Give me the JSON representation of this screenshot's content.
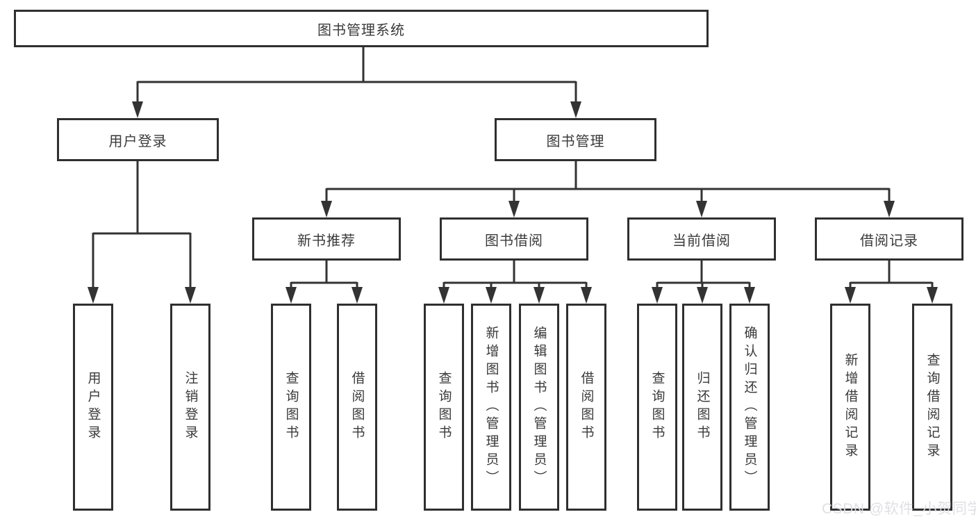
{
  "diagram": {
    "title": "图书管理系统",
    "level2": {
      "user_login": {
        "label": "用户登录"
      },
      "book_mgmt": {
        "label": "图书管理"
      }
    },
    "level3": {
      "new_book_recommend": {
        "label": "新书推荐"
      },
      "book_borrow": {
        "label": "图书借阅"
      },
      "current_borrow": {
        "label": "当前借阅"
      },
      "borrow_records": {
        "label": "借阅记录"
      }
    },
    "leaves": {
      "user_login": [
        "用户登录",
        "注销登录"
      ],
      "new_book_recommend": [
        "查询图书",
        "借阅图书"
      ],
      "book_borrow": [
        "查询图书",
        "新增图书（管理员）",
        "编辑图书（管理员）",
        "借阅图书"
      ],
      "current_borrow": [
        "查询图书",
        "归还图书",
        "确认归还（管理员）"
      ],
      "borrow_records": [
        "新增借阅记录",
        "查询借阅记录"
      ]
    }
  },
  "watermark": "CSDN @软件_小贺同学",
  "colors": {
    "line": "#333333",
    "box_border": "#2f2f2f",
    "text": "#3a3a3a",
    "watermark_text": "#dededf",
    "background": "#ffffff"
  }
}
